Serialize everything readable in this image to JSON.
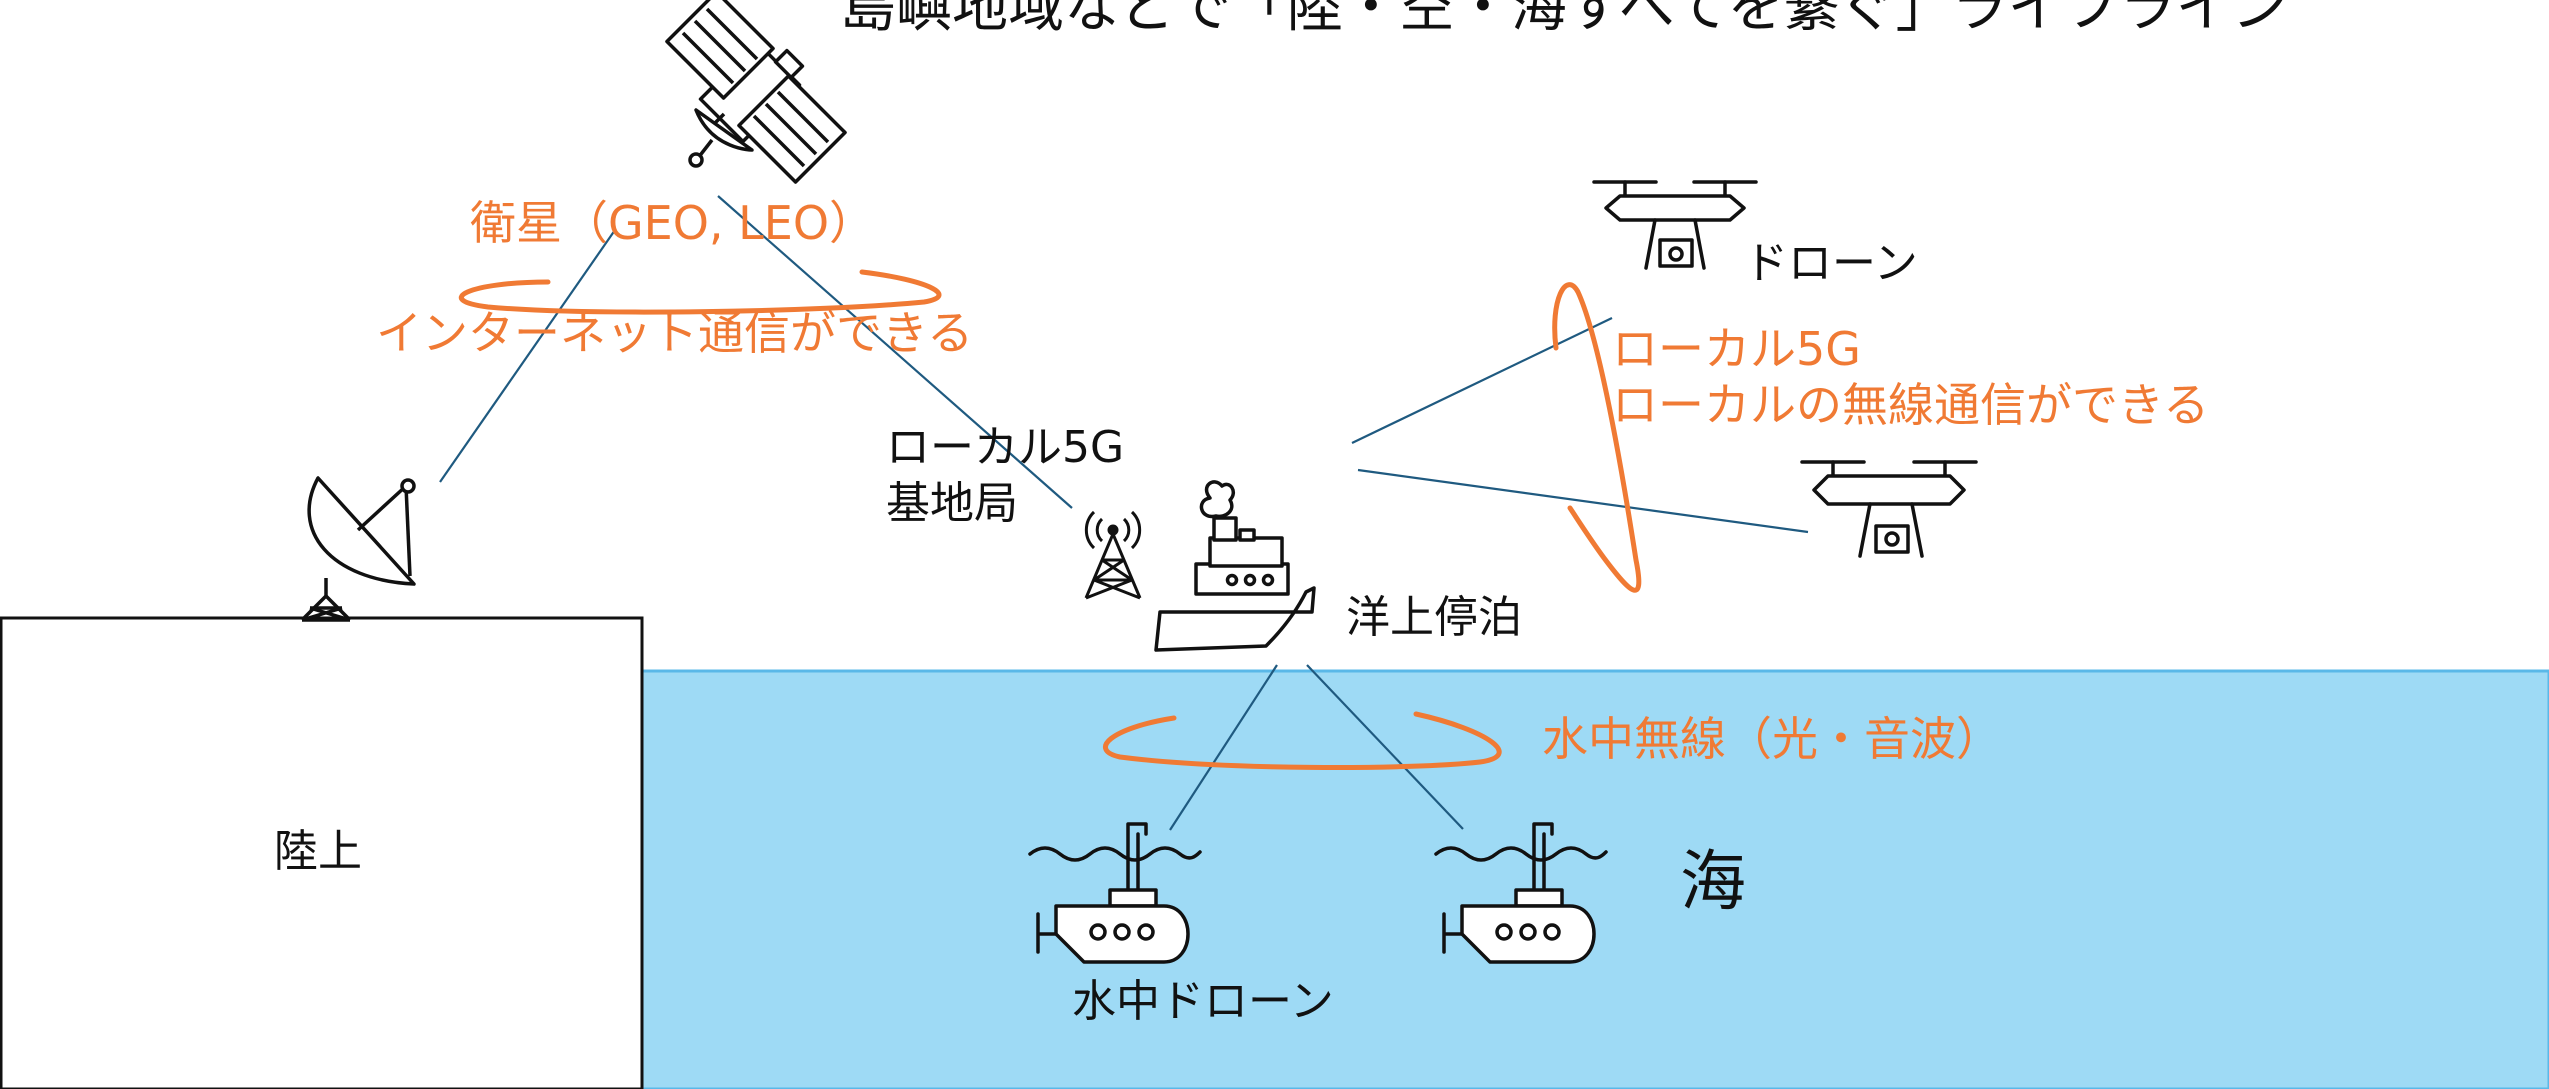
{
  "title": "島嶼地域などで「陸・空・海すべてを繋ぐ」ライフライン",
  "labels": {
    "land": "陸上",
    "sea": "海",
    "drone_air": "ドローン",
    "base_station_line1": "ローカル5G",
    "base_station_line2": "基地局",
    "ship": "洋上停泊",
    "underwater_drone": "水中ドローン"
  },
  "annotations": {
    "satellite_line1": "衛星（GEO, LEO）",
    "satellite_line2": "インターネット通信ができる",
    "local5g_line1": "ローカル5G",
    "local5g_line2": "ローカルの無線通信ができる",
    "underwater": "水中無線（光・音波）"
  },
  "colors": {
    "sea": "#9edaf5",
    "sea_border": "#5ab8e8",
    "annotation": "#f07a34",
    "link_line": "#1f5a80",
    "icon": "#111111"
  },
  "icons": [
    "satellite-icon",
    "ground-antenna-icon",
    "antenna-tower-icon",
    "ship-icon",
    "drone-icon",
    "submarine-icon"
  ]
}
